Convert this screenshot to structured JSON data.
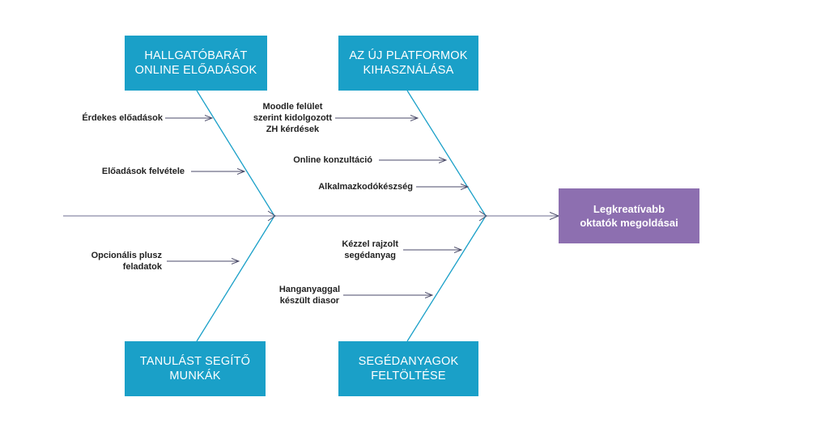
{
  "effect": {
    "label": "Legkreatívabb\noktatók megoldásai",
    "color": "#8d6fb0"
  },
  "categories": {
    "top_left": "HALLGATÓBARÁT\nONLINE ELŐADÁSOK",
    "top_right": "AZ ÚJ PLATFORMOK\nKIHASZNÁLÁSA",
    "bottom_left": "TANULÁST SEGÍTŐ\nMUNKÁK",
    "bottom_right": "SEGÉDANYAGOK\nFELTÖLTÉSE",
    "color": "#1aa0c8"
  },
  "causes": {
    "top_left": [
      "Érdekes előadások",
      "Előadások felvétele"
    ],
    "top_right": [
      "Moodle felület\nszerint kidolgozott\nZH kérdések",
      "Online konzultáció",
      "Alkalmazkodókészség"
    ],
    "bottom_left": [
      "Opcionális plusz\nfeladatok"
    ],
    "bottom_right": [
      "Kézzel rajzolt\nsegédanyag",
      "Hanganyaggal\nkészült diasor"
    ]
  },
  "line_colors": {
    "spine": "#8a8aa6",
    "bone": "#1aa0c8",
    "arrow": "#4a4a68"
  }
}
